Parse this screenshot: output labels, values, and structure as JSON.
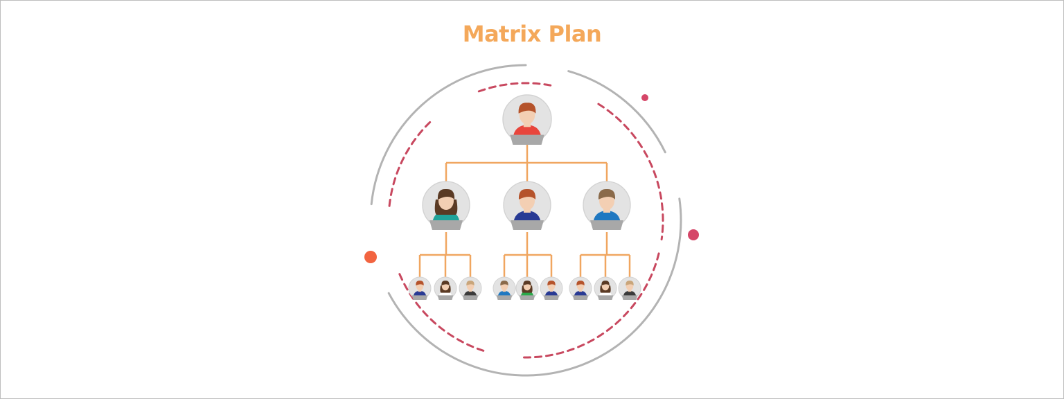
{
  "title": "Matrix Plan",
  "colors": {
    "title": "#f4a85a",
    "connector": "#f0a660",
    "ring_gray": "#b3b3b3",
    "ring_dashed": "#c8485f",
    "dot_red": "#d54668",
    "dot_orange": "#f26440",
    "skin": "#f3cfb3",
    "avatar_bg": "#e3e3e3",
    "laptop": "#a8a8a8"
  },
  "org_tree": {
    "root": {
      "name": "root-member",
      "hair": "#b5532b",
      "shirt": "#e8453c",
      "style": "male"
    },
    "level2": [
      {
        "name": "member-left",
        "hair": "#5a3a24",
        "shirt": "#20a39a",
        "style": "female"
      },
      {
        "name": "member-center",
        "hair": "#b5532b",
        "shirt": "#283a94",
        "style": "male"
      },
      {
        "name": "member-right",
        "hair": "#8a6a4a",
        "shirt": "#1f78c1",
        "style": "male"
      }
    ],
    "level3": [
      [
        {
          "name": "member-1-1",
          "hair": "#b5532b",
          "shirt": "#283a94",
          "style": "male"
        },
        {
          "name": "member-1-2",
          "hair": "#5a3a24",
          "shirt": "#ffffff",
          "style": "female"
        },
        {
          "name": "member-1-3",
          "hair": "#c9a57a",
          "shirt": "#3a3a3a",
          "style": "male"
        }
      ],
      [
        {
          "name": "member-2-1",
          "hair": "#8a6a4a",
          "shirt": "#1f78c1",
          "style": "male"
        },
        {
          "name": "member-2-2",
          "hair": "#5a3a24",
          "shirt": "#2aa84a",
          "style": "female"
        },
        {
          "name": "member-2-3",
          "hair": "#b5532b",
          "shirt": "#283a94",
          "style": "male"
        }
      ],
      [
        {
          "name": "member-3-1",
          "hair": "#b5532b",
          "shirt": "#283a94",
          "style": "male"
        },
        {
          "name": "member-3-2",
          "hair": "#5a3a24",
          "shirt": "#ffffff",
          "style": "female"
        },
        {
          "name": "member-3-3",
          "hair": "#c9a57a",
          "shirt": "#3a3a3a",
          "style": "male"
        }
      ]
    ]
  }
}
